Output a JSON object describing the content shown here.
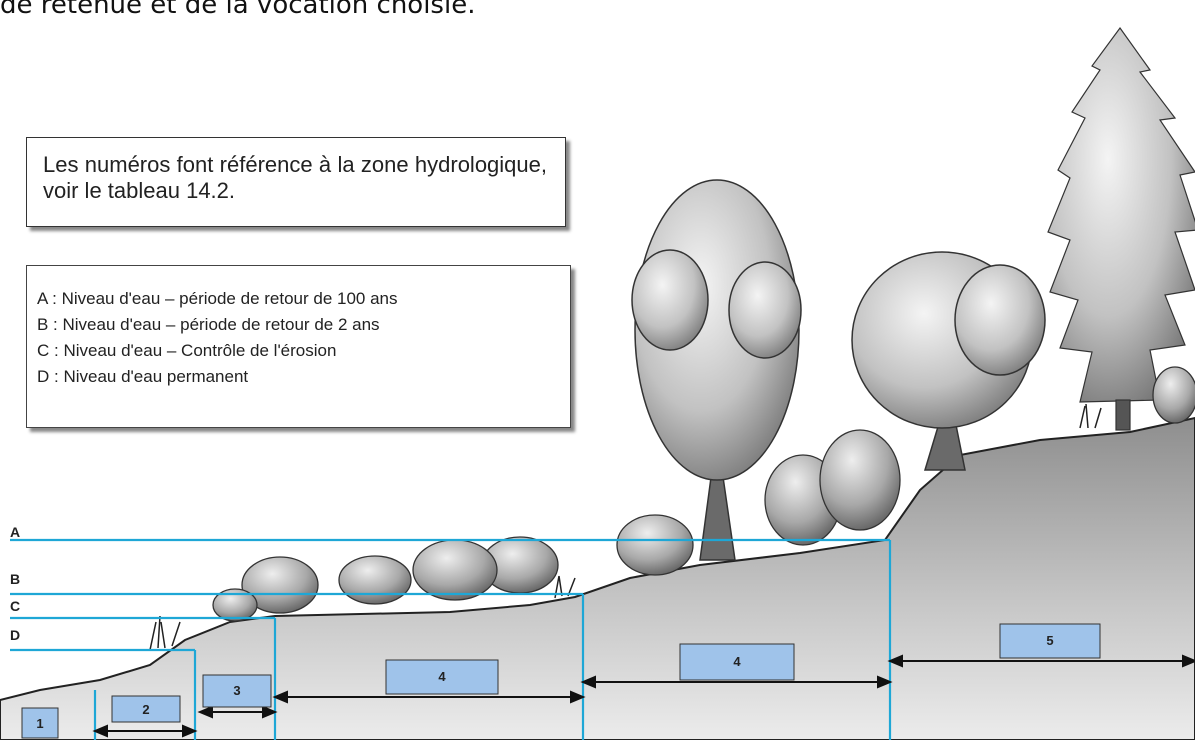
{
  "caption_fragment": "de retenue et de la vocation choisie.",
  "note": "Les numéros font référence à la zone hydrologique, voir le tableau 14.2.",
  "legend": [
    "A : Niveau d'eau – période de retour de 100 ans",
    "B : Niveau d'eau – période de retour de 2 ans",
    "C : Niveau d'eau – Contrôle de l'érosion",
    "D : Niveau d'eau permanent"
  ],
  "levels": [
    {
      "letter": "A"
    },
    {
      "letter": "B"
    },
    {
      "letter": "C"
    },
    {
      "letter": "D"
    }
  ],
  "zones": [
    "1",
    "2",
    "3",
    "4",
    "4",
    "5"
  ],
  "colors": {
    "water_line": "#1ea7d6",
    "zone_box": "#9fc3ea",
    "ground_top": "#8e8e8e",
    "ground_bottom": "#ececec"
  }
}
